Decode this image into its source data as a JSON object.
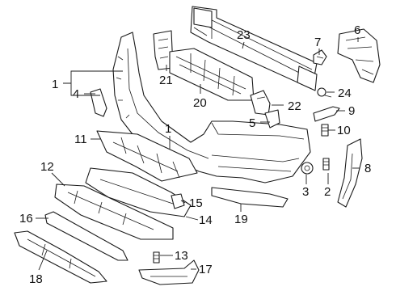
{
  "diagram": {
    "callouts": [
      {
        "id": "c1a",
        "label": "1"
      },
      {
        "id": "c1b",
        "label": "1"
      },
      {
        "id": "c2",
        "label": "2"
      },
      {
        "id": "c3",
        "label": "3"
      },
      {
        "id": "c4",
        "label": "4"
      },
      {
        "id": "c5",
        "label": "5"
      },
      {
        "id": "c6",
        "label": "6"
      },
      {
        "id": "c7",
        "label": "7"
      },
      {
        "id": "c8",
        "label": "8"
      },
      {
        "id": "c9",
        "label": "9"
      },
      {
        "id": "c10",
        "label": "10"
      },
      {
        "id": "c11",
        "label": "11"
      },
      {
        "id": "c12",
        "label": "12"
      },
      {
        "id": "c13",
        "label": "13"
      },
      {
        "id": "c14",
        "label": "14"
      },
      {
        "id": "c15",
        "label": "15"
      },
      {
        "id": "c16",
        "label": "16"
      },
      {
        "id": "c17",
        "label": "17"
      },
      {
        "id": "c18",
        "label": "18"
      },
      {
        "id": "c19",
        "label": "19"
      },
      {
        "id": "c20",
        "label": "20"
      },
      {
        "id": "c21",
        "label": "21"
      },
      {
        "id": "c22",
        "label": "22"
      },
      {
        "id": "c23",
        "label": "23"
      },
      {
        "id": "c24",
        "label": "24"
      }
    ]
  }
}
